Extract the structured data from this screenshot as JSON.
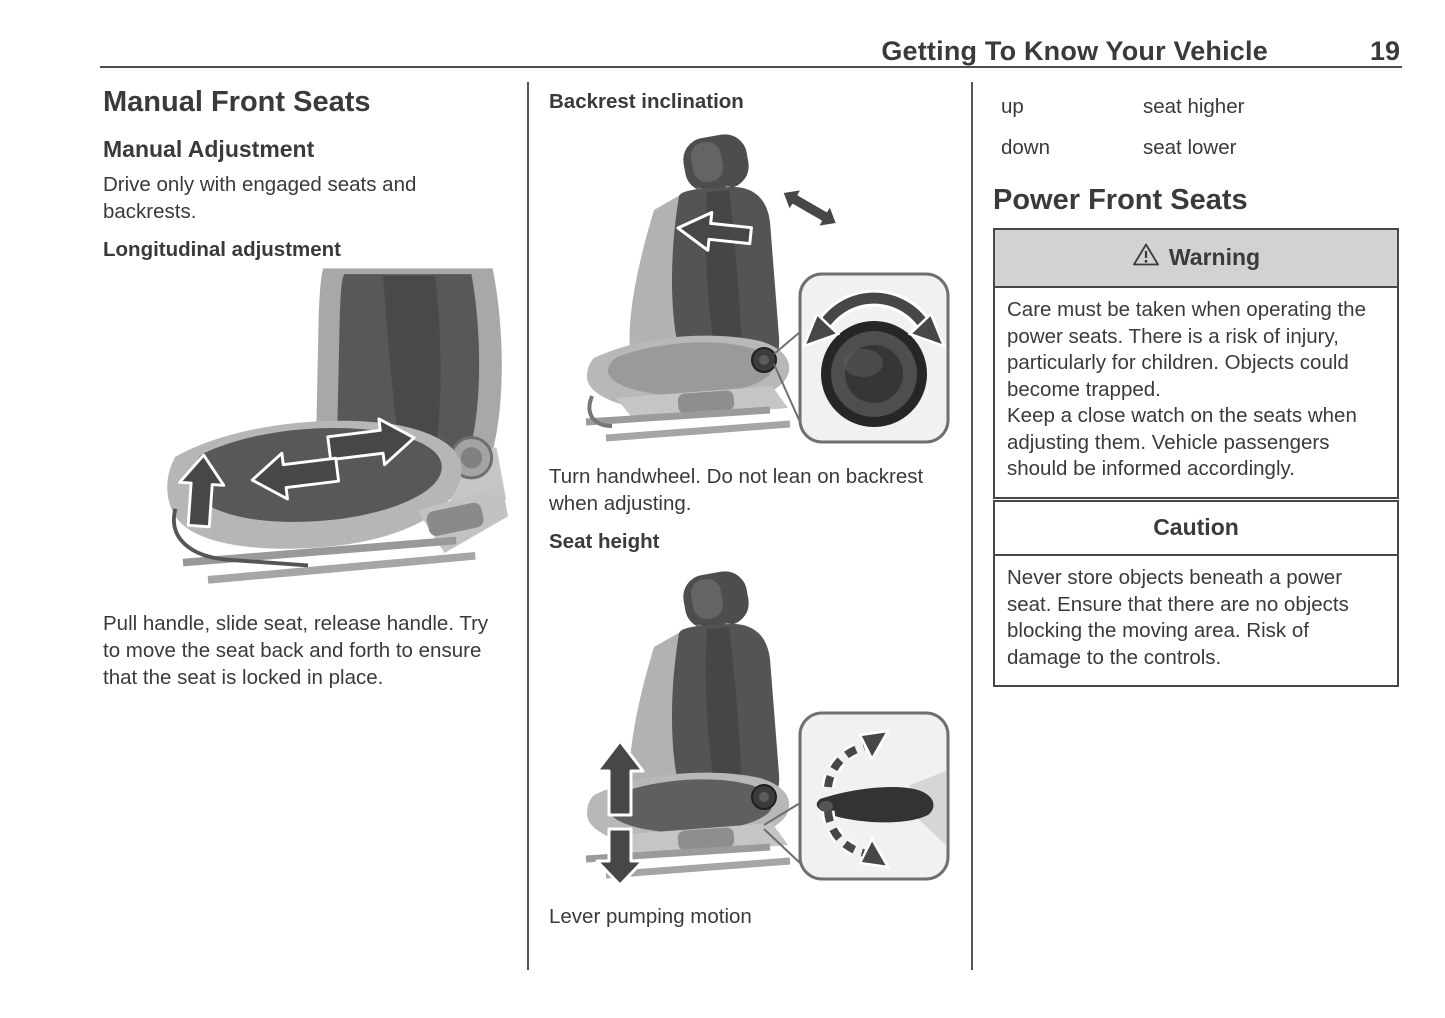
{
  "header": {
    "title": "Getting To Know Your Vehicle",
    "page_number": "19"
  },
  "manual_seats": {
    "title": "Manual Front Seats",
    "subtitle": "Manual Adjustment",
    "intro": "Drive only with engaged seats and backrests.",
    "longitudinal_heading": "Longitudinal adjustment",
    "longitudinal_text": "Pull handle, slide seat, release handle. Try to move the seat back and forth to ensure that the seat is locked in place.",
    "backrest_heading": "Backrest inclination",
    "backrest_text": "Turn handwheel. Do not lean on backrest when adjusting.",
    "seat_height_heading": "Seat height",
    "seat_height_text": "Lever pumping motion"
  },
  "seat_controls_table": {
    "rows": [
      {
        "control": "up",
        "effect": "seat higher"
      },
      {
        "control": "down",
        "effect": "seat lower"
      }
    ]
  },
  "power_seats": {
    "title": "Power Front Seats",
    "warning": {
      "title": "Warning",
      "paragraphs": [
        "Care must be taken when operating the power seats. There is a risk of injury, particularly for children. Objects could become trapped.",
        "Keep a close watch on the seats when adjusting them. Vehicle passengers should be informed accordingly."
      ]
    },
    "caution": {
      "title": "Caution",
      "text": "Never store objects beneath a power seat. Ensure that there are no objects blocking the moving area. Risk of damage to the controls."
    }
  },
  "colors": {
    "text": "#3a3a3a",
    "rule": "#4d4d4d",
    "warning_header_bg": "#d2d2d2",
    "box_border": "#474747"
  }
}
